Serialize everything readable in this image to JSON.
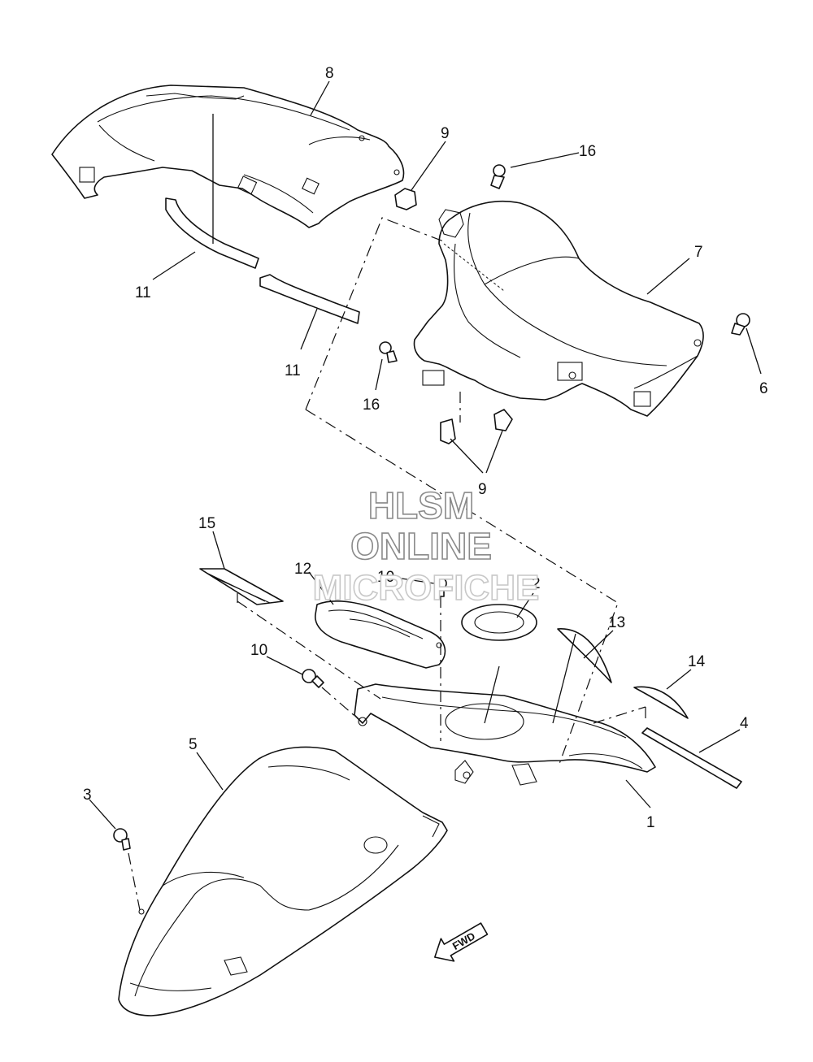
{
  "callouts": [
    {
      "id": "c1",
      "label": "1"
    },
    {
      "id": "c2",
      "label": "2"
    },
    {
      "id": "c3",
      "label": "3"
    },
    {
      "id": "c4",
      "label": "4"
    },
    {
      "id": "c5",
      "label": "5"
    },
    {
      "id": "c6",
      "label": "6"
    },
    {
      "id": "c7",
      "label": "7"
    },
    {
      "id": "c8",
      "label": "8"
    },
    {
      "id": "c9a",
      "label": "9"
    },
    {
      "id": "c9b",
      "label": "9"
    },
    {
      "id": "c10a",
      "label": "10"
    },
    {
      "id": "c10b",
      "label": "10"
    },
    {
      "id": "c11a",
      "label": "11"
    },
    {
      "id": "c11b",
      "label": "11"
    },
    {
      "id": "c12",
      "label": "12"
    },
    {
      "id": "c13",
      "label": "13"
    },
    {
      "id": "c14",
      "label": "14"
    },
    {
      "id": "c15",
      "label": "15"
    },
    {
      "id": "c16a",
      "label": "16"
    },
    {
      "id": "c16b",
      "label": "16"
    }
  ],
  "watermark": {
    "line1": "HLSM",
    "line2": "ONLINE",
    "line3": "MICROFICHE"
  },
  "direction_arrow": {
    "label": "FWD"
  }
}
